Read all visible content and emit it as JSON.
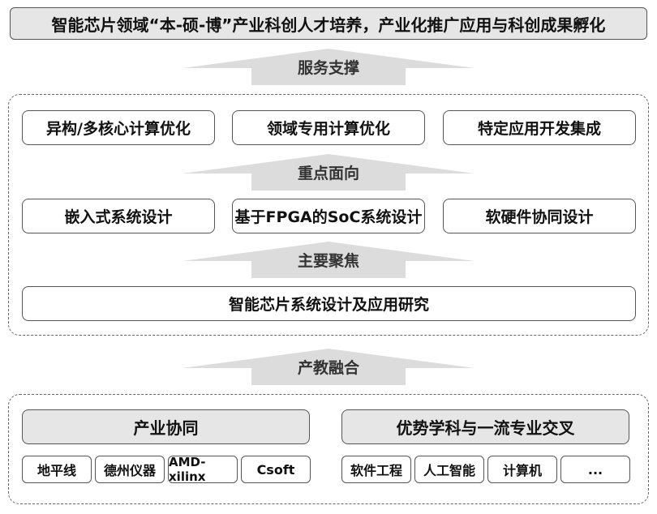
{
  "header": {
    "title": "智能芯片领域“本-硕-博”产业科创人才培养，产业化推广应用与科创成果孵化"
  },
  "arrows": {
    "service": "服务支撑",
    "focus": "重点面向",
    "main": "主要聚焦",
    "integration": "产教融合"
  },
  "tier_service": [
    "异构/多核心计算优化",
    "领域专用计算优化",
    "特定应用开发集成"
  ],
  "tier_focus": [
    "嵌入式系统设计",
    "基于FPGA的SoC系统设计",
    "软硬件协同设计"
  ],
  "tier_main": "智能芯片系统设计及应用研究",
  "industry": {
    "title": "产业协同",
    "items": [
      "地平线",
      "德州仪器",
      "AMD-xilinx",
      "Csoft"
    ]
  },
  "disciplines": {
    "title": "优势学科与一流专业交叉",
    "items": [
      "软件工程",
      "人工智能",
      "计算机",
      "..."
    ]
  }
}
